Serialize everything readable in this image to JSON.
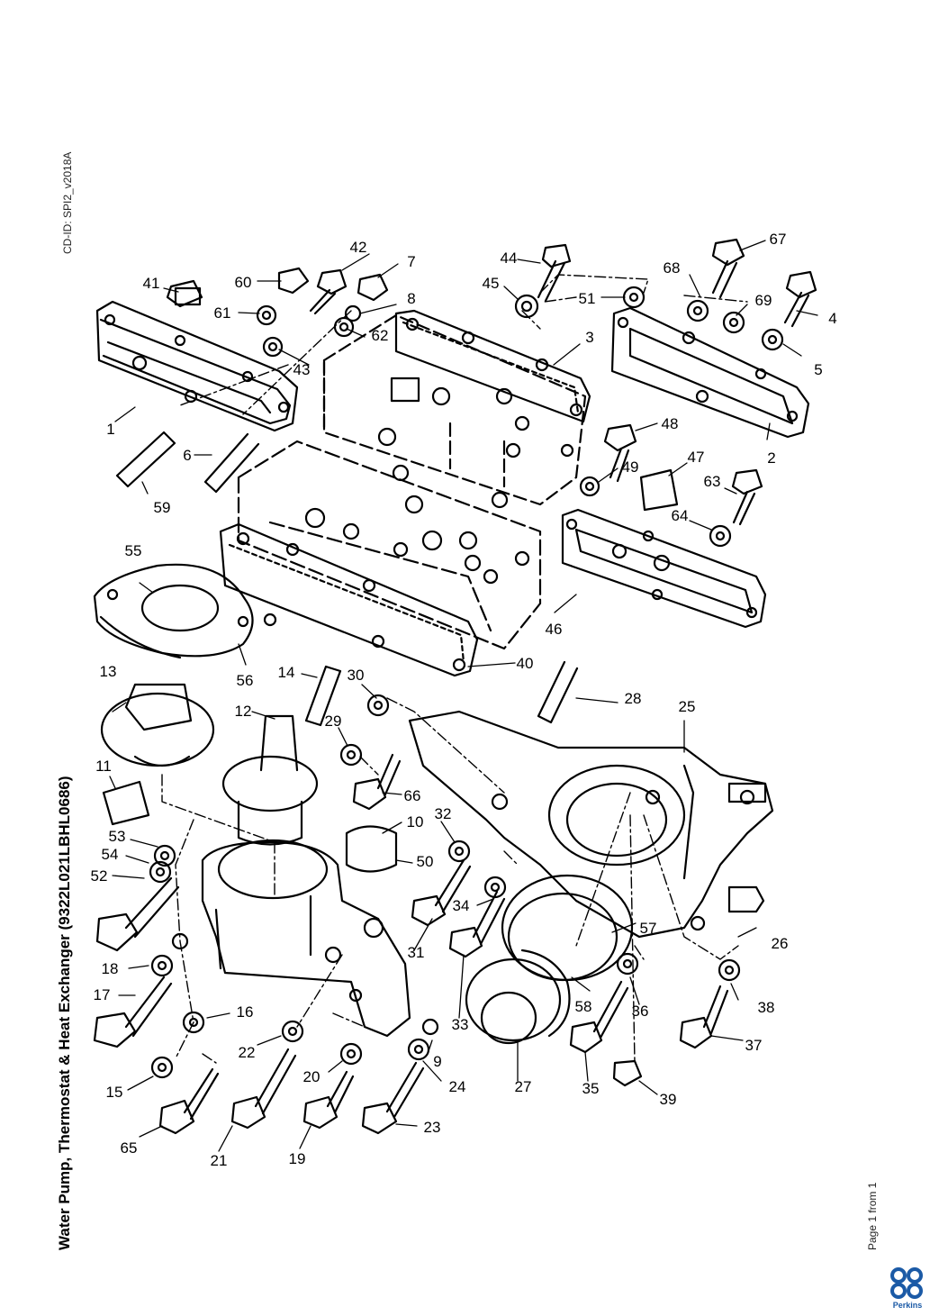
{
  "document": {
    "title": "Water Pump, Thermostat & Heat Exchanger (9322L021LBHL0686)",
    "cd_id": "CD-ID: SPI2_v2018A",
    "page": "Page 1 from 1",
    "brand": "Perkins",
    "brand_color": "#1b5aa6"
  },
  "callouts": [
    "1",
    "2",
    "3",
    "4",
    "5",
    "6",
    "7",
    "8",
    "9",
    "10",
    "11",
    "12",
    "13",
    "14",
    "15",
    "16",
    "17",
    "18",
    "19",
    "20",
    "21",
    "22",
    "23",
    "24",
    "25",
    "26",
    "27",
    "28",
    "29",
    "30",
    "31",
    "32",
    "33",
    "34",
    "35",
    "36",
    "37",
    "38",
    "39",
    "40",
    "41",
    "42",
    "43",
    "44",
    "45",
    "46",
    "47",
    "48",
    "49",
    "50",
    "51",
    "52",
    "53",
    "54",
    "55",
    "56",
    "57",
    "58",
    "59",
    "60",
    "61",
    "62",
    "63",
    "64",
    "65",
    "66",
    "67",
    "68",
    "69"
  ]
}
